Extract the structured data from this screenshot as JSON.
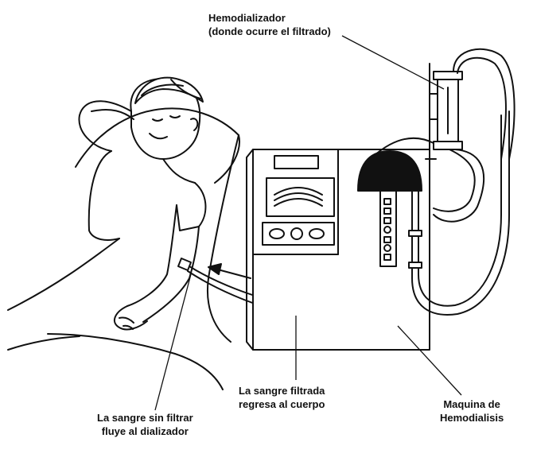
{
  "labels": {
    "dialyzer": {
      "line1": "Hemodializador",
      "line2": "(donde ocurre el filtrado)"
    },
    "filtered_blood": {
      "line1": "La sangre filtrada",
      "line2": "regresa al cuerpo"
    },
    "unfiltered_blood": {
      "line1": "La sangre sin filtrar",
      "line2": "fluye al dializador"
    },
    "machine": {
      "line1": "Maquina de",
      "line2": "Hemodialisis"
    }
  },
  "colors": {
    "line": "#111111",
    "background": "#ffffff"
  }
}
